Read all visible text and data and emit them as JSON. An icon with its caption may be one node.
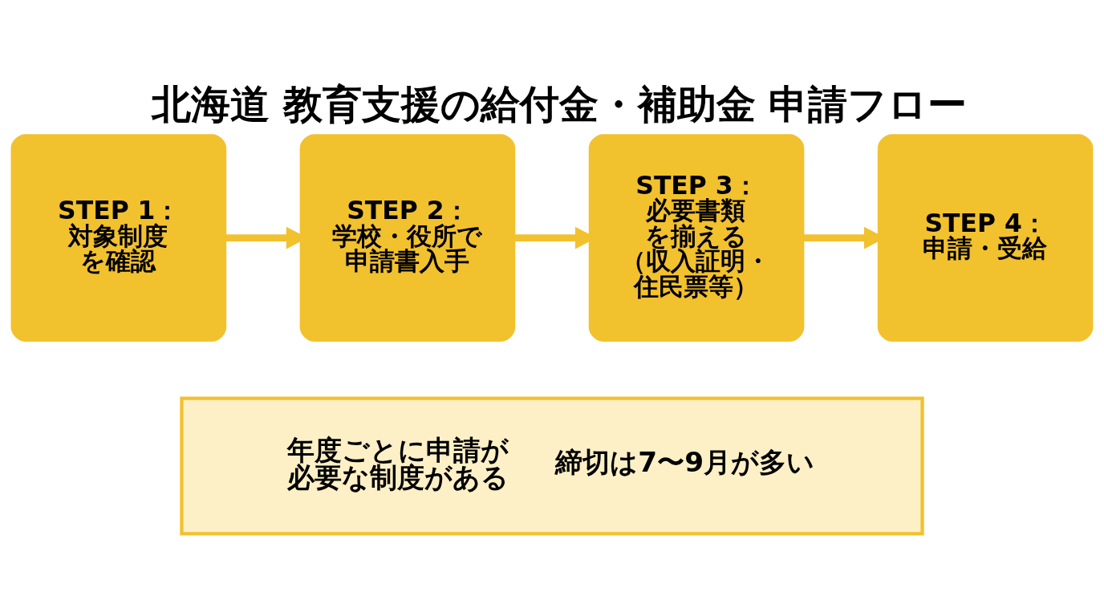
{
  "diagram": {
    "title": "北海道 教育支援の給付金・補助金 申請フロー",
    "nodes": [
      {
        "text": [
          "STEP 1：",
          "対象制度を確認"
        ]
      },
      {
        "text": [
          "STEP 2：",
          "学校・役所で申請書入手"
        ]
      },
      {
        "text": [
          "STEP 3：",
          "必要書類を揃える",
          "（収入証明・住民票等）"
        ]
      },
      {
        "text": [
          "STEP 4：",
          "申請・受給"
        ]
      },
      {
        "text": [
          "年度ごとに申請が必要な制度がある",
          "締切は7〜9月が多い"
        ]
      }
    ],
    "edges": [
      {
        "from": 0,
        "to": 1,
        "arrow": "to"
      },
      {
        "from": 1,
        "to": 2,
        "arrow": "to"
      },
      {
        "from": 2,
        "to": 3,
        "arrow": "to"
      }
    ]
  }
}
